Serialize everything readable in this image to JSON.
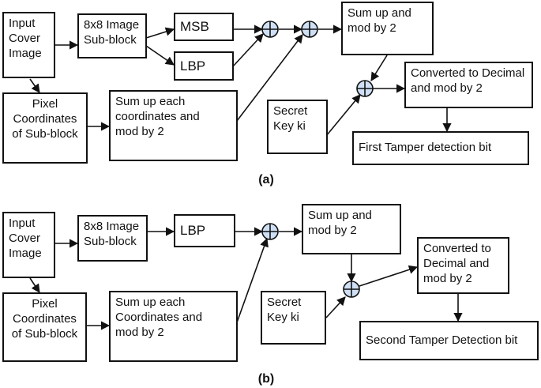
{
  "diagram_a": {
    "caption": "(a)",
    "input_cover_image": "Input\nCover\nImage",
    "image_subblock": "8x8 Image\nSub-block",
    "msb": "MSB",
    "lbp": "LBP",
    "pixel_coordinates": "Pixel\nCoordinates\nof Sub-block",
    "sum_coordinates": "Sum up each\ncoordinates and\nmod by 2",
    "sum_mod": "Sum up and\nmod by 2",
    "secret_key": "Secret\nKey ki",
    "converted_decimal": "Converted to Decimal\nand mod by 2",
    "output": "First Tamper detection bit"
  },
  "diagram_b": {
    "caption": "(b)",
    "input_cover_image": "Input\nCover\nImage",
    "image_subblock": "8x8 Image\nSub-block",
    "lbp": "LBP",
    "pixel_coordinates": "Pixel\nCoordinates\nof Sub-block",
    "sum_coordinates": "Sum up each\nCoordinates and\nmod by 2",
    "sum_mod": "Sum up and\nmod by 2",
    "secret_key": "Secret\nKey ki",
    "converted_decimal": "Converted to\nDecimal and\nmod by 2",
    "output": "Second Tamper Detection bit"
  },
  "colors": {
    "xor_fill": "#cfe0f5",
    "stroke": "#111111"
  }
}
